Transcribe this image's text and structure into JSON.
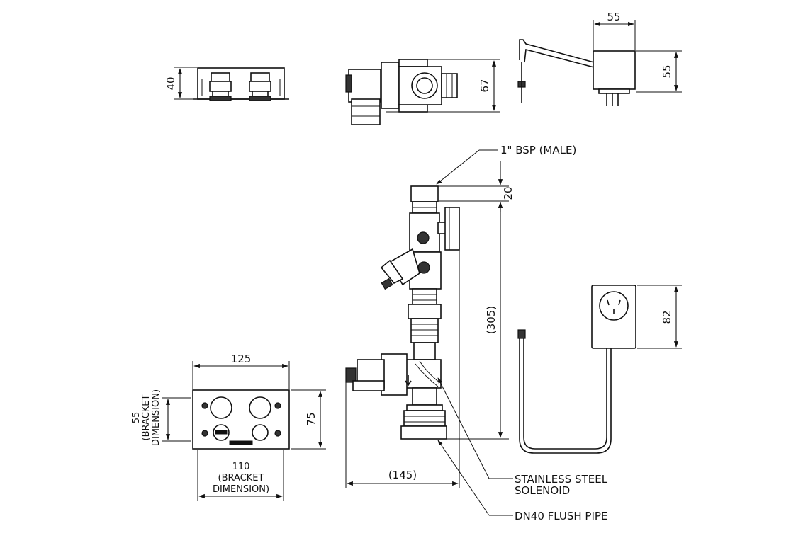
{
  "dimensions": {
    "plate_top_height": "40",
    "valve_top_height": "67",
    "box_top_width": "55",
    "box_top_height": "55",
    "thread_length": "20",
    "assembly_length": "(305)",
    "outlet_height": "82",
    "plate_width": "125",
    "plate_height": "75",
    "bracket_height_value": "55",
    "bracket_height_line1": "(BRACKET",
    "bracket_height_line2": "DIMENSION)",
    "bracket_width_value": "110",
    "bracket_width_line1": "(BRACKET",
    "bracket_width_line2": "DIMENSION)",
    "projection": "(145)"
  },
  "callouts": {
    "bsp_label": "1\" BSP (MALE)",
    "solenoid_line1": "STAINLESS STEEL",
    "solenoid_line2": "SOLENOID",
    "flush_pipe": "DN40 FLUSH PIPE"
  }
}
